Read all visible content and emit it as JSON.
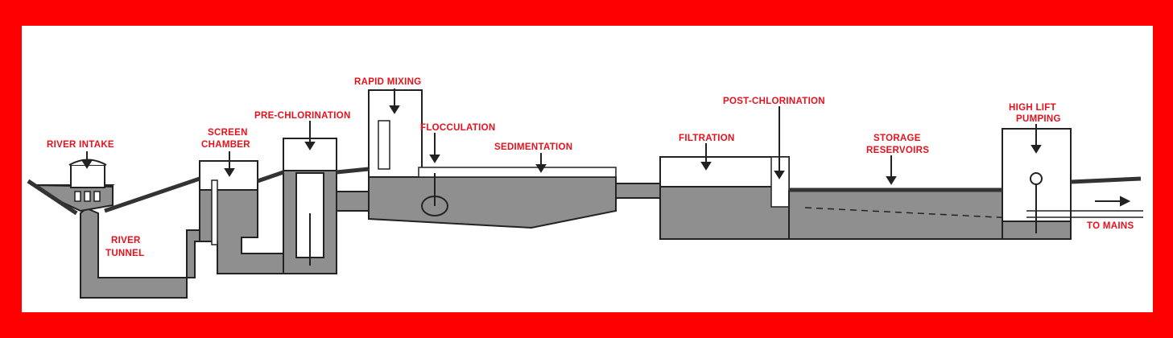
{
  "title": "Water Treatment Process",
  "labels": {
    "river_intake": "RIVER INTAKE",
    "river_tunnel_1": "RIVER",
    "river_tunnel_2": "TUNNEL",
    "screen_chamber_1": "SCREEN",
    "screen_chamber_2": "CHAMBER",
    "pre_chlorination": "PRE-CHLORINATION",
    "rapid_mixing": "RAPID MIXING",
    "flocculation": "FLOCCULATION",
    "sedimentation": "SEDIMENTATION",
    "filtration": "FILTRATION",
    "post_chlorination": "POST-CHLORINATION",
    "storage_1": "STORAGE",
    "storage_2": "RESERVOIRS",
    "high_lift_1": "HIGH LIFT",
    "high_lift_2": "PUMPING",
    "to_mains": "TO MAINS"
  },
  "colors": {
    "frame": "#ff0000",
    "water": "#8f8f8f",
    "label": "#e8101a",
    "line": "#222222"
  }
}
